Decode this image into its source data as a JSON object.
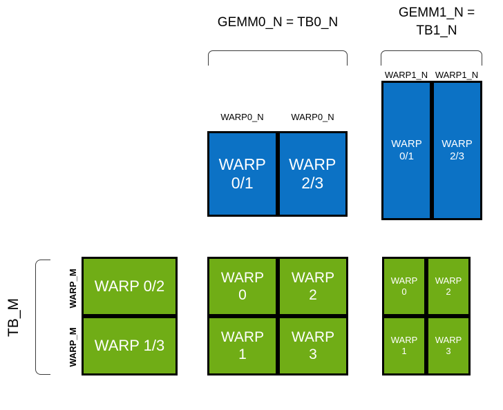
{
  "diagram": {
    "title_top_middle": "GEMM0_N = TB0_N",
    "title_top_right": "GEMM1_N =\nTB1_N",
    "left_axis_label": "TB_M",
    "warp_m_label_top": "WARP_M",
    "warp_m_label_bottom": "WARP_M",
    "colors": {
      "blue": "#0c72c5",
      "green": "#70ad16",
      "border": "#000000",
      "bracket": "#3a3a3a",
      "background": "#ffffff",
      "text_on_fill": "#ffffff",
      "text": "#000000"
    }
  },
  "top_labels": {
    "tb0_left": "WARP0_N",
    "tb0_right": "WARP0_N",
    "tb1_left": "WARP1_N",
    "tb1_right": "WARP1_N"
  },
  "blocks": {
    "tb0_blue": {
      "cells": [
        {
          "label": "WARP\n0/1"
        },
        {
          "label": "WARP\n2/3"
        }
      ]
    },
    "tb1_blue": {
      "cells": [
        {
          "label": "WARP\n0/1"
        },
        {
          "label": "WARP\n2/3"
        }
      ]
    },
    "left_green": {
      "cells": [
        {
          "label": "WARP 0/2"
        },
        {
          "label": "WARP 1/3"
        }
      ]
    },
    "mid_green": {
      "cells": [
        {
          "label": "WARP\n0"
        },
        {
          "label": "WARP\n2"
        },
        {
          "label": "WARP\n1"
        },
        {
          "label": "WARP\n3"
        }
      ]
    },
    "right_green": {
      "cells": [
        {
          "label": "WARP\n0"
        },
        {
          "label": "WARP\n2"
        },
        {
          "label": "WARP\n1"
        },
        {
          "label": "WARP\n3"
        }
      ]
    }
  }
}
